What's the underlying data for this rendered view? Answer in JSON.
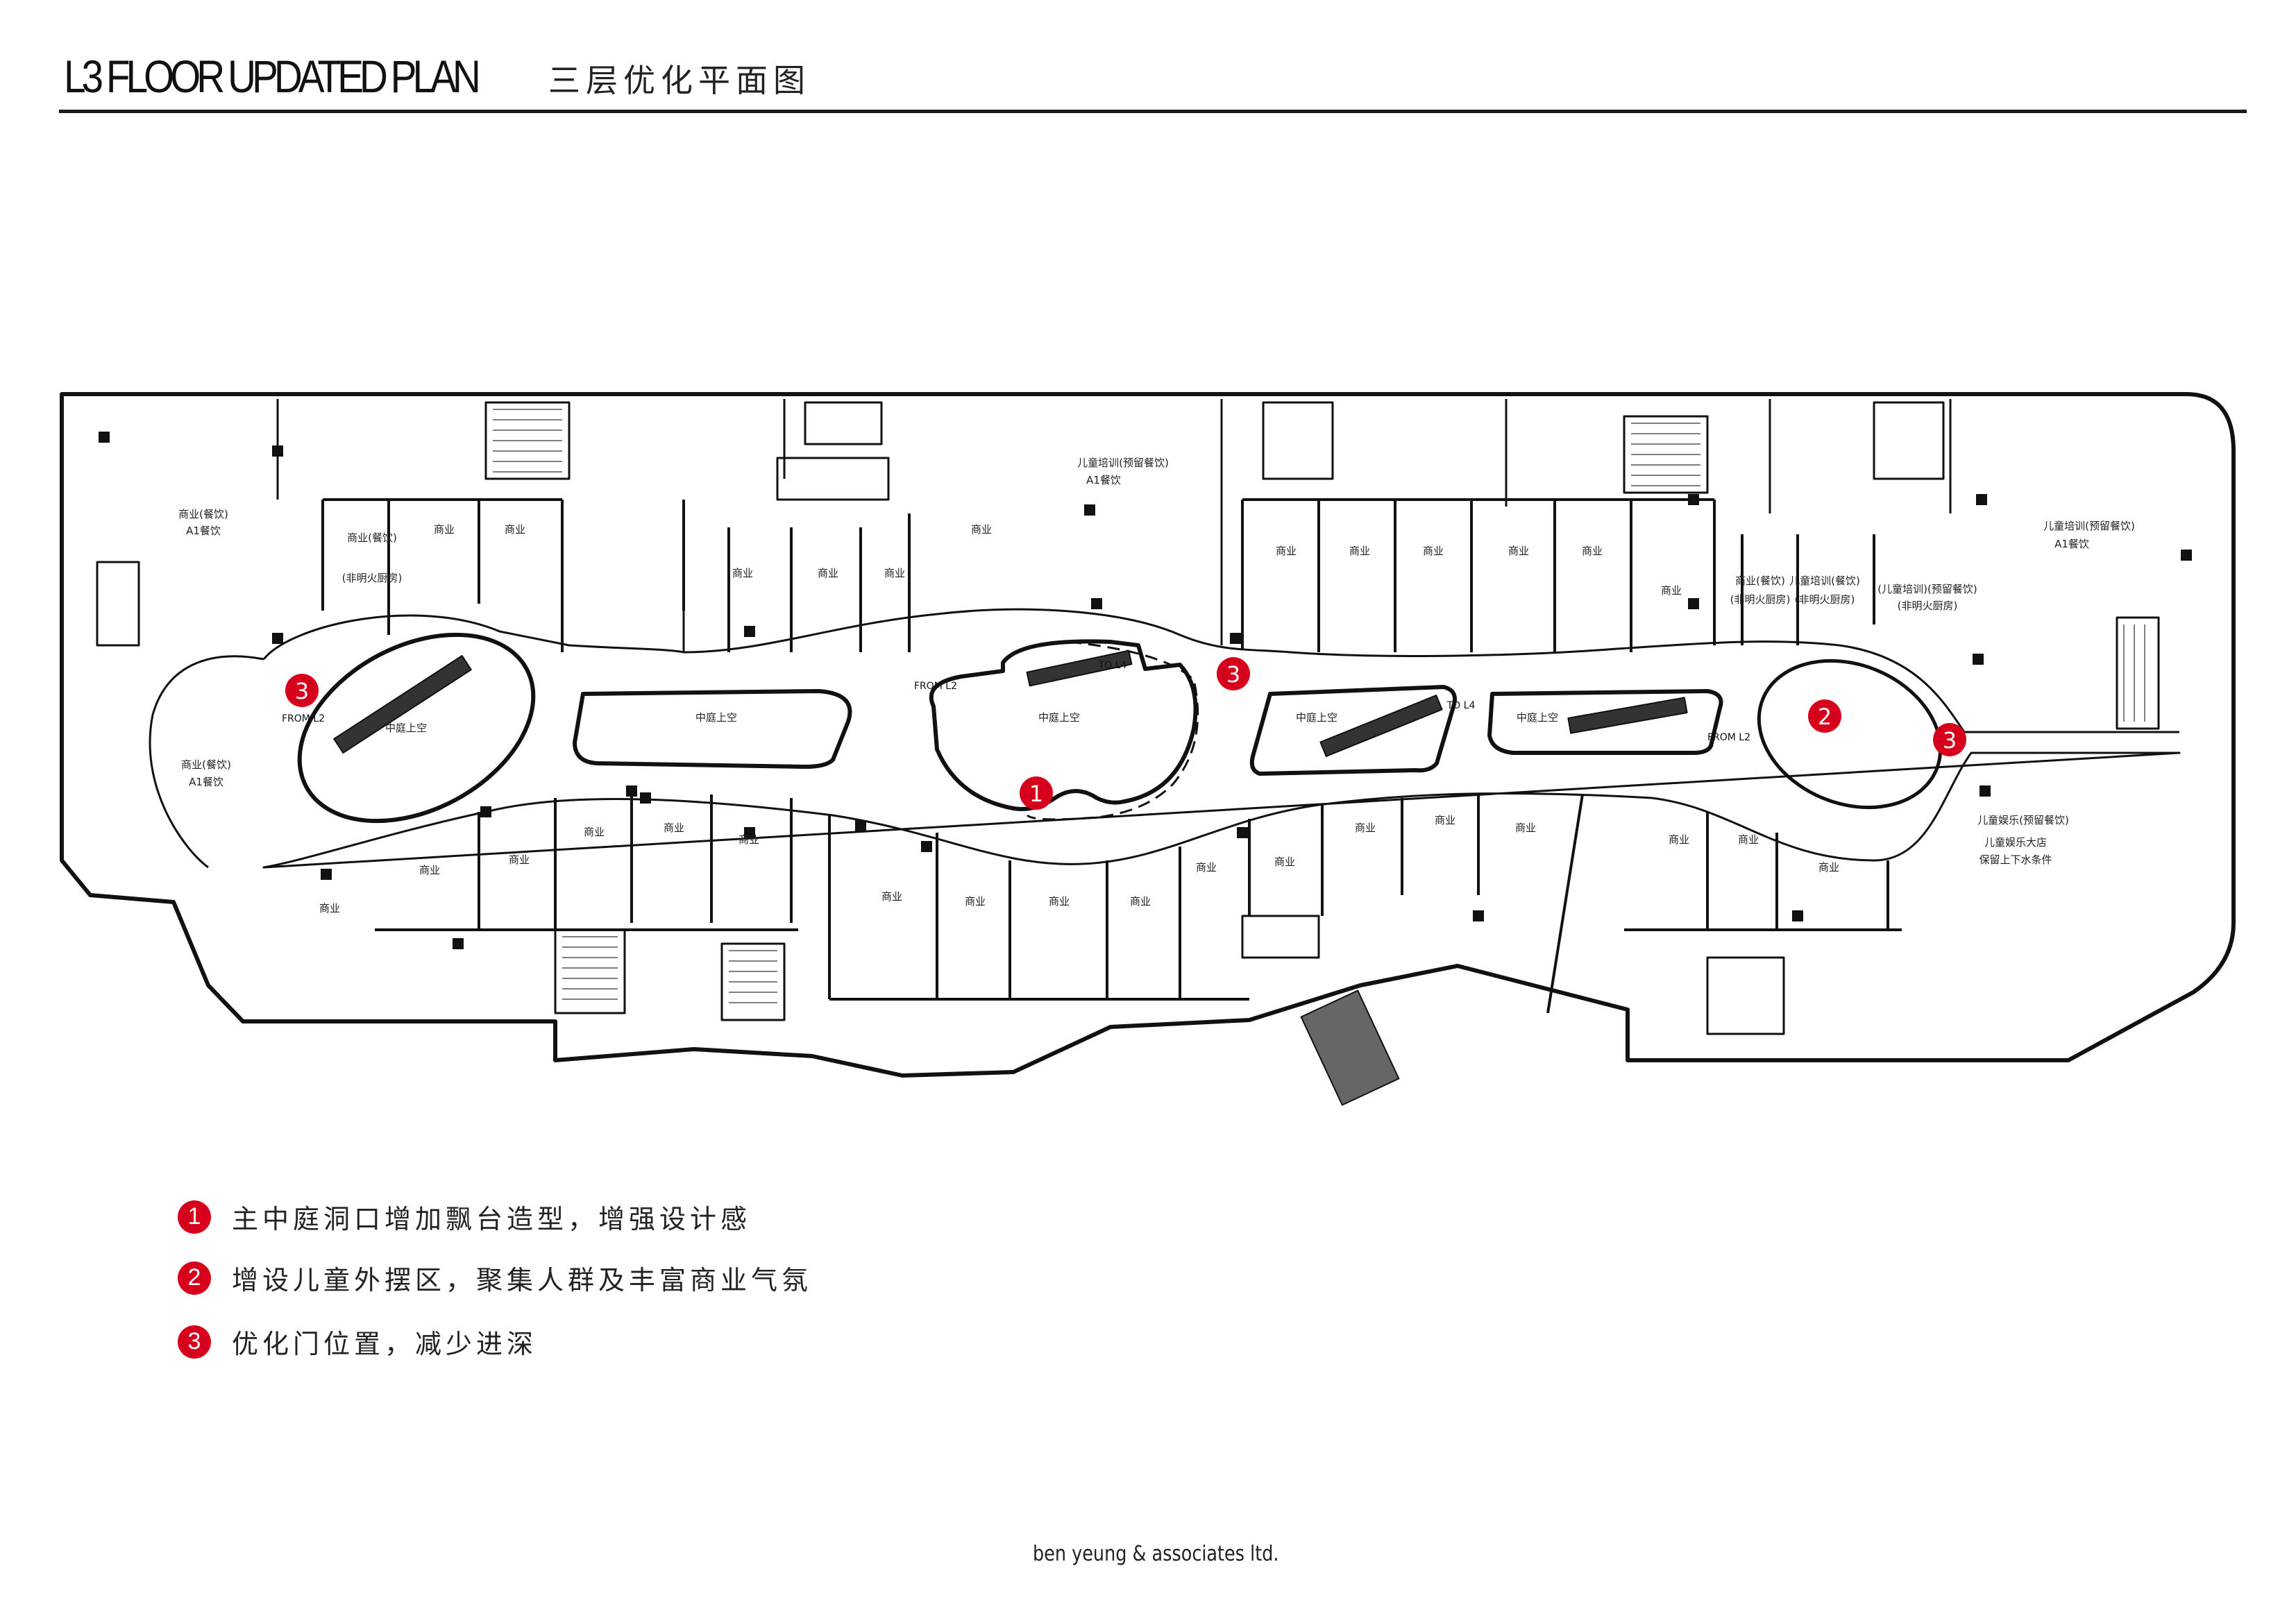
{
  "header": {
    "title_en": "L3 FLOOR UPDATED PLAN",
    "title_cn": "三层优化平面图"
  },
  "plan": {
    "markers": [
      "1",
      "2",
      "3",
      "3",
      "3"
    ],
    "labels": [
      "商业(餐饮)",
      "A1餐饮",
      "商业(餐饮)",
      "A1餐饮",
      "商业(餐饮)",
      "(非明火厨房)",
      "商业",
      "商业",
      "商业",
      "商业",
      "商业",
      "商业",
      "商业",
      "商业",
      "商业",
      "商业",
      "商业",
      "商业",
      "商业",
      "商业",
      "商业",
      "商业",
      "商业",
      "商业",
      "商业",
      "商业",
      "商业",
      "商业",
      "商业",
      "商业",
      "商业",
      "商业",
      "商业",
      "商业",
      "商业",
      "商业",
      "儿童培训(预留餐饮)",
      "A1餐饮",
      "儿童培训(预留餐饮)",
      "A1餐饮",
      "商业(餐饮)",
      "(非明火厨房)",
      "儿童培训(餐饮)",
      "(非明火厨房)",
      "(儿童培训)(预留餐饮)",
      "(非明火厨房)",
      "儿童娱乐(预留餐饮)",
      "儿童娱乐大店",
      "保留上下水条件",
      "中庭上空",
      "中庭上空",
      "中庭上空",
      "中庭上空",
      "中庭上空"
    ],
    "escalator_labels": [
      "FROM L2",
      "FROM L2",
      "TO L4",
      "TO L4",
      "FROM L2"
    ]
  },
  "legend": [
    {
      "number": "1",
      "text": "主中庭洞口增加飘台造型，增强设计感"
    },
    {
      "number": "2",
      "text": "增设儿童外摆区，聚集人群及丰富商业气氛"
    },
    {
      "number": "3",
      "text": "优化门位置，减少进深"
    }
  ],
  "colors": {
    "marker": "#d6001c",
    "line": "#111111"
  },
  "footer": {
    "company": "ben yeung & associates ltd."
  }
}
